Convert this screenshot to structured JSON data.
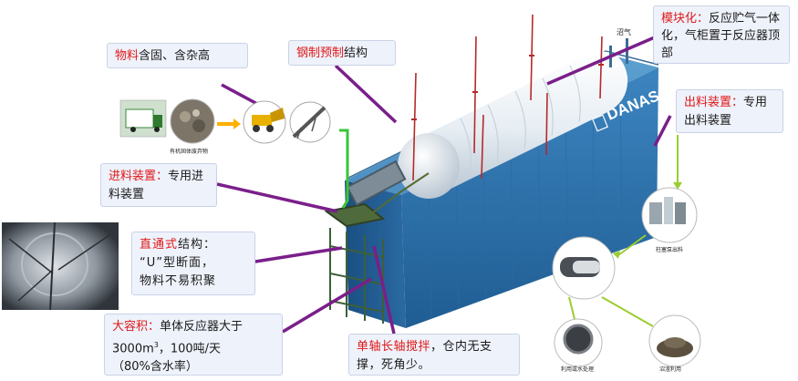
{
  "callouts": {
    "modular": {
      "highlight": "模块化：",
      "text": "反应贮气一体化，气柜置于反应器顶部"
    },
    "material": {
      "highlight": "物料",
      "text": "含固、含杂高"
    },
    "steel": {
      "highlight": "钢制预制",
      "text": "结构"
    },
    "outlet": {
      "highlight": "出料装置：",
      "text": "专用出料装置"
    },
    "inlet": {
      "highlight": "进料装置：",
      "text": "专用进料装置"
    },
    "straight": {
      "highlight": "直通式",
      "text": "结构：",
      "line2": "“U”型断面，",
      "line3": "物料不易积聚"
    },
    "capacity": {
      "highlight": "大容积：",
      "text": "单体反应器大于3000m",
      "sup": "3",
      "text2": "，100吨/天",
      "line3": "（80%含水率）"
    },
    "agitator": {
      "highlight": "单轴长轴搅拌",
      "text": "，仓内无支撑，死角少。"
    }
  },
  "labels": {
    "gas": "沼气",
    "brand": "DANAS",
    "feedstock_caption": "有机固体废弃物",
    "pump_caption": "柱塞泵出料",
    "water_caption": "利用或水处理",
    "residue_caption": "沼渣利用"
  },
  "colors": {
    "callout_bg": "#eef2fb",
    "highlight": "#e01818",
    "purple_line": "#7a1f8a",
    "green_line": "#9acd32",
    "body_blue": "#2a6fa8",
    "tank_white": "#e8eef3"
  }
}
